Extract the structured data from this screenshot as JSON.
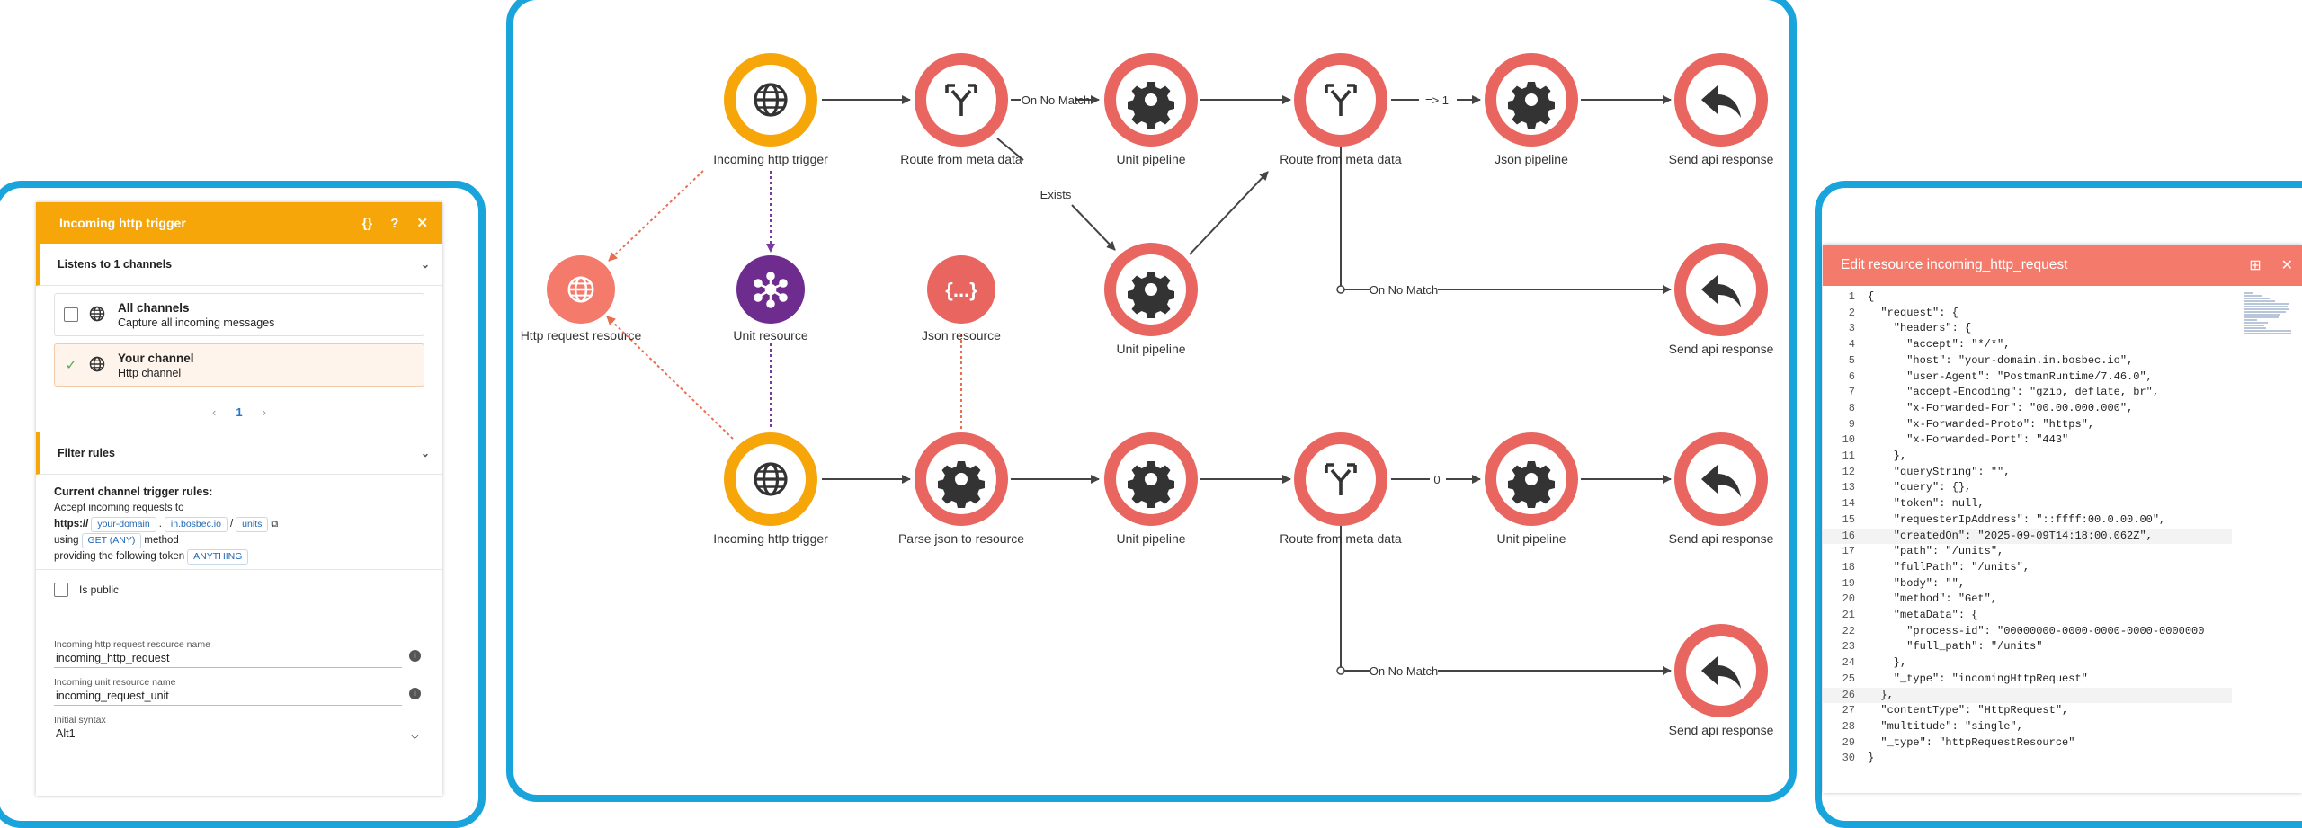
{
  "left_panel": {
    "header": {
      "title": "Incoming http trigger",
      "code_icon": "{}",
      "help_icon": "?",
      "close_icon": "✕"
    },
    "channels_section": {
      "title": "Listens to 1 channels"
    },
    "channels": [
      {
        "name": "All channels",
        "description": "Capture all incoming messages",
        "selected": false
      },
      {
        "name": "Your channel",
        "description": "Http channel",
        "selected": true
      }
    ],
    "pager": {
      "prev": "‹",
      "page": "1",
      "next": "›"
    },
    "filter_section": {
      "title": "Filter rules"
    },
    "rules": {
      "heading": "Current channel trigger rules:",
      "accept_text": "Accept incoming requests to",
      "scheme": "https://",
      "subdomain": "your-domain",
      "dot": ".",
      "domain": "in.bosbec.io",
      "slash": "/",
      "path": "units",
      "using_text": "using",
      "method": "GET (ANY)",
      "method_text": "method",
      "token_text": "providing the following token",
      "token": "ANYTHING"
    },
    "is_public_label": "Is public",
    "fields": [
      {
        "label": "Incoming http request resource name",
        "value": "incoming_http_request"
      },
      {
        "label": "Incoming unit resource name",
        "value": "incoming_request_unit"
      },
      {
        "label": "Initial syntax",
        "value": "Alt1"
      }
    ]
  },
  "flow": {
    "nodes": [
      {
        "id": "n1",
        "label": "Incoming http trigger",
        "kind": "trigger",
        "icon": "globe-icon"
      },
      {
        "id": "n2",
        "label": "Route from meta data",
        "kind": "route",
        "icon": "fork-icon"
      },
      {
        "id": "n3",
        "label": "Unit pipeline",
        "kind": "pipeline",
        "icon": "gear-icon"
      },
      {
        "id": "n4",
        "label": "Route from meta data",
        "kind": "route",
        "icon": "fork-icon"
      },
      {
        "id": "n5",
        "label": "Json pipeline",
        "kind": "pipeline",
        "icon": "gear-icon"
      },
      {
        "id": "n6",
        "label": "Send api response",
        "kind": "response",
        "icon": "reply-icon"
      },
      {
        "id": "n7",
        "label": "Unit pipeline",
        "kind": "pipeline",
        "icon": "gear-icon"
      },
      {
        "id": "n8",
        "label": "Send api response",
        "kind": "response",
        "icon": "reply-icon"
      },
      {
        "id": "n9",
        "label": "Http request resource",
        "kind": "resource",
        "icon": "globe-icon"
      },
      {
        "id": "n10",
        "label": "Unit resource",
        "kind": "unit-resource",
        "icon": "hub-icon"
      },
      {
        "id": "n11",
        "label": "Json resource",
        "kind": "json-resource",
        "icon": "braces-icon"
      },
      {
        "id": "n12",
        "label": "Incoming http trigger",
        "kind": "trigger",
        "icon": "globe-icon"
      },
      {
        "id": "n13",
        "label": "Parse json to resource",
        "kind": "pipeline",
        "icon": "gear-icon"
      },
      {
        "id": "n14",
        "label": "Unit pipeline",
        "kind": "pipeline",
        "icon": "gear-icon"
      },
      {
        "id": "n15",
        "label": "Route from meta data",
        "kind": "route",
        "icon": "fork-icon"
      },
      {
        "id": "n16",
        "label": "Unit pipeline",
        "kind": "pipeline",
        "icon": "gear-icon"
      },
      {
        "id": "n17",
        "label": "Send api response",
        "kind": "response",
        "icon": "reply-icon"
      },
      {
        "id": "n18",
        "label": "Send api response",
        "kind": "response",
        "icon": "reply-icon"
      }
    ],
    "edge_labels": {
      "on_no_match": "On No Match",
      "exists": "Exists",
      "eq_one": "=> 1",
      "zero": "0"
    },
    "colors": {
      "trigger": "#f6a609",
      "route": "#e8665f",
      "resource": "#f47a6b",
      "unit_resource": "#6f2c8f",
      "json_resource": "#e8665f"
    }
  },
  "right_panel": {
    "header": {
      "title": "Edit resource incoming_http_request",
      "tree_icon": "⊞",
      "close_icon": "✕"
    },
    "code_lines": [
      "{",
      "  \"request\": {",
      "    \"headers\": {",
      "      \"accept\": \"*/*\",",
      "      \"host\": \"your-domain.in.bosbec.io\",",
      "      \"user-Agent\": \"PostmanRuntime/7.46.0\",",
      "      \"accept-Encoding\": \"gzip, deflate, br\",",
      "      \"x-Forwarded-For\": \"00.00.000.000\",",
      "      \"x-Forwarded-Proto\": \"https\",",
      "      \"x-Forwarded-Port\": \"443\"",
      "    },",
      "    \"queryString\": \"\",",
      "    \"query\": {},",
      "    \"token\": null,",
      "    \"requesterIpAddress\": \"::ffff:00.0.00.00\",",
      "    \"createdOn\": \"2025-09-09T14:18:00.062Z\",",
      "    \"path\": \"/units\",",
      "    \"fullPath\": \"/units\",",
      "    \"body\": \"\",",
      "    \"method\": \"Get\",",
      "    \"metaData\": {",
      "      \"process-id\": \"00000000-0000-0000-0000-0000000",
      "      \"full_path\": \"/units\"",
      "    },",
      "    \"_type\": \"incomingHttpRequest\"",
      "  },",
      "  \"contentType\": \"HttpRequest\",",
      "  \"multitude\": \"single\",",
      "  \"_type\": \"httpRequestResource\"",
      "}"
    ]
  }
}
